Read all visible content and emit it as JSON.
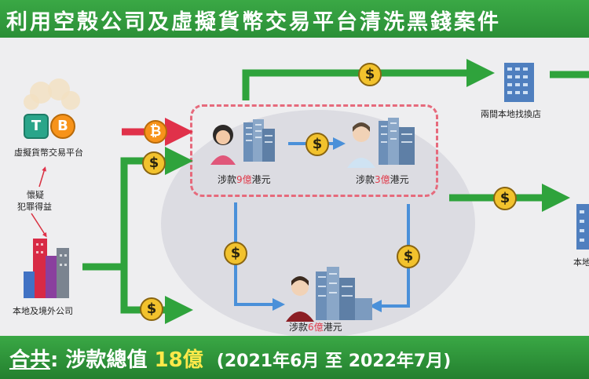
{
  "header": {
    "title": "利用空殼公司及虛擬貨幣交易平台清洗黑錢案件"
  },
  "nodes": {
    "crypto_platform": "虛擬貨幣交易平台",
    "local_companies": "本地及境外公司",
    "suspicion_line1": "懷疑",
    "suspicion_line2": "犯罪得益",
    "exchange_shops": "兩間本地找換店",
    "partial_right": "本地"
  },
  "persons": [
    {
      "prefix": "涉款",
      "amount": "9億",
      "suffix": "港元"
    },
    {
      "prefix": "涉款",
      "amount": "3億",
      "suffix": "港元"
    },
    {
      "prefix": "涉款",
      "amount": "6億",
      "suffix": "港元"
    }
  ],
  "icons": {
    "dollar": "$",
    "bitcoin": "₿",
    "tether": "T",
    "btc_letter": "B"
  },
  "footer": {
    "label": "合共",
    "colon_text": ": 涉款總值",
    "total": "18億",
    "period": "(2021年6月 至 2022年7月)"
  },
  "colors": {
    "accent_green": "#2fa33c",
    "flow_blue": "#4a90d9",
    "highlight_red": "#e03a4a",
    "total_yellow": "#ffe94a"
  }
}
